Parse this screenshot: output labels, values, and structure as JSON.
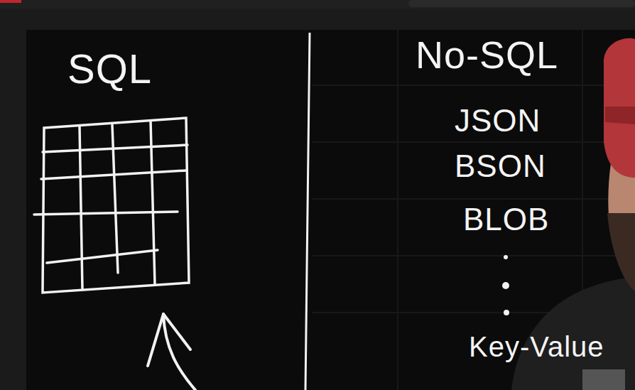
{
  "diagram": {
    "labels": [
      "SQL",
      "No-SQL",
      "JSON",
      "BSON",
      "BLOB",
      "Key-Value"
    ]
  }
}
